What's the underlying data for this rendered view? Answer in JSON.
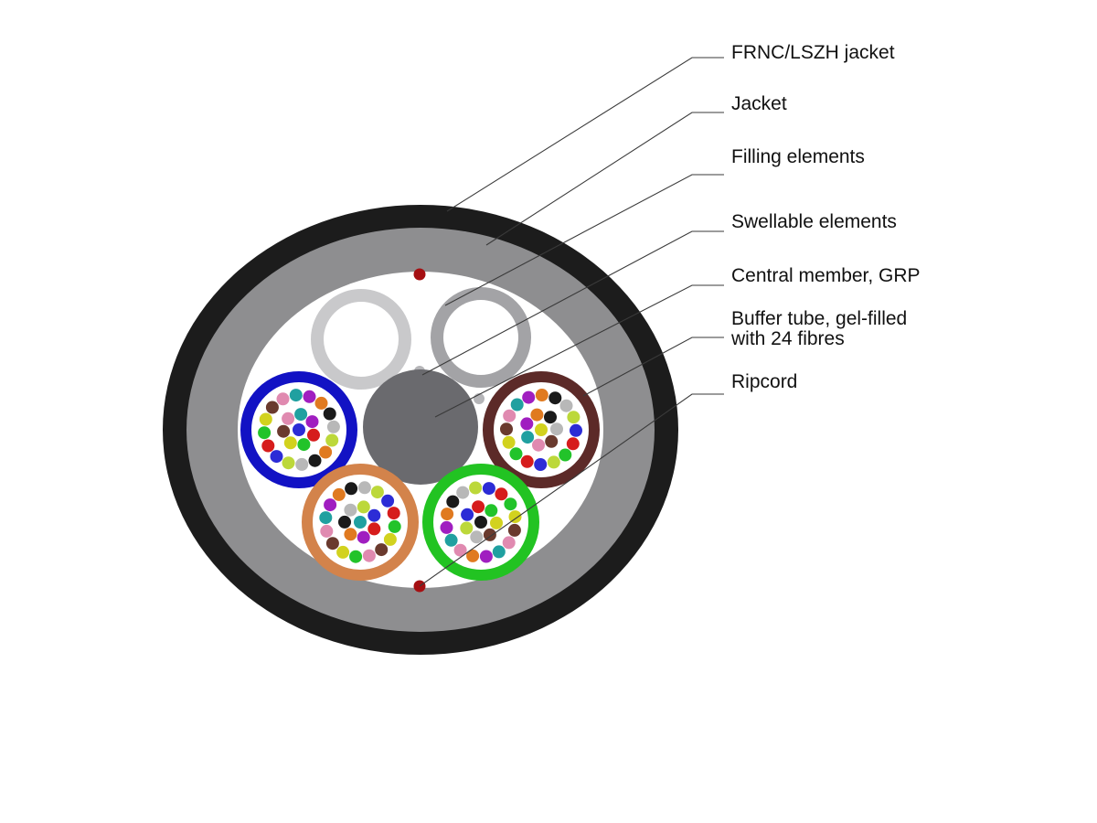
{
  "labels": {
    "frnc_jacket": "FRNC/LSZH jacket",
    "jacket": "Jacket",
    "filling": "Filling elements",
    "swellable": "Swellable elements",
    "central": "Central member, GRP",
    "buffer_line1": "Buffer tube, gel-filled",
    "buffer_line2": "with 24 fibres",
    "ripcord": "Ripcord"
  },
  "colors": {
    "outer_jacket": "#1c1c1c",
    "inner_jacket": "#8e8e90",
    "interior": "#ffffff",
    "central_member": "#6a6a6e",
    "ripcord": "#a50f12",
    "filling_left": "#c9c9cb",
    "filling_right": "#a3a3a6",
    "swellable": "#b5b5b8"
  },
  "tube_colors": {
    "blue_tube": "#1212c4",
    "brown_tube": "#5c2a28",
    "orange_tube": "#d3834b",
    "green_tube": "#22c322"
  },
  "fibre_colors": [
    "#2c2cd6",
    "#d61c1c",
    "#22c32a",
    "#d2d21e",
    "#6a3a2e",
    "#e08ab0",
    "#20a0a0",
    "#a01ec0",
    "#e07a20",
    "#1a1a1a",
    "#b8b8b8",
    "#bcd83a"
  ]
}
